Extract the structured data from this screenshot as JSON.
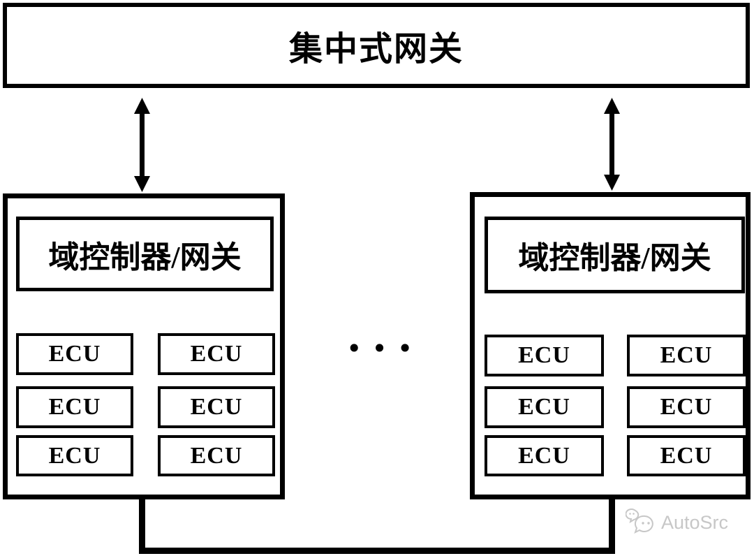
{
  "diagram": {
    "gateway_label": "集中式网关",
    "domains": [
      {
        "controller_label": "域控制器/网关",
        "ecus": [
          "ECU",
          "ECU",
          "ECU",
          "ECU",
          "ECU",
          "ECU"
        ]
      },
      {
        "controller_label": "域控制器/网关",
        "ecus": [
          "ECU",
          "ECU",
          "ECU",
          "ECU",
          "ECU",
          "ECU"
        ]
      }
    ],
    "ellipsis": "•••"
  },
  "watermark": {
    "brand": "AutoSrc"
  },
  "colors": {
    "line": "#000000",
    "background": "#ffffff",
    "watermark_gray": "#c7c7c7"
  }
}
